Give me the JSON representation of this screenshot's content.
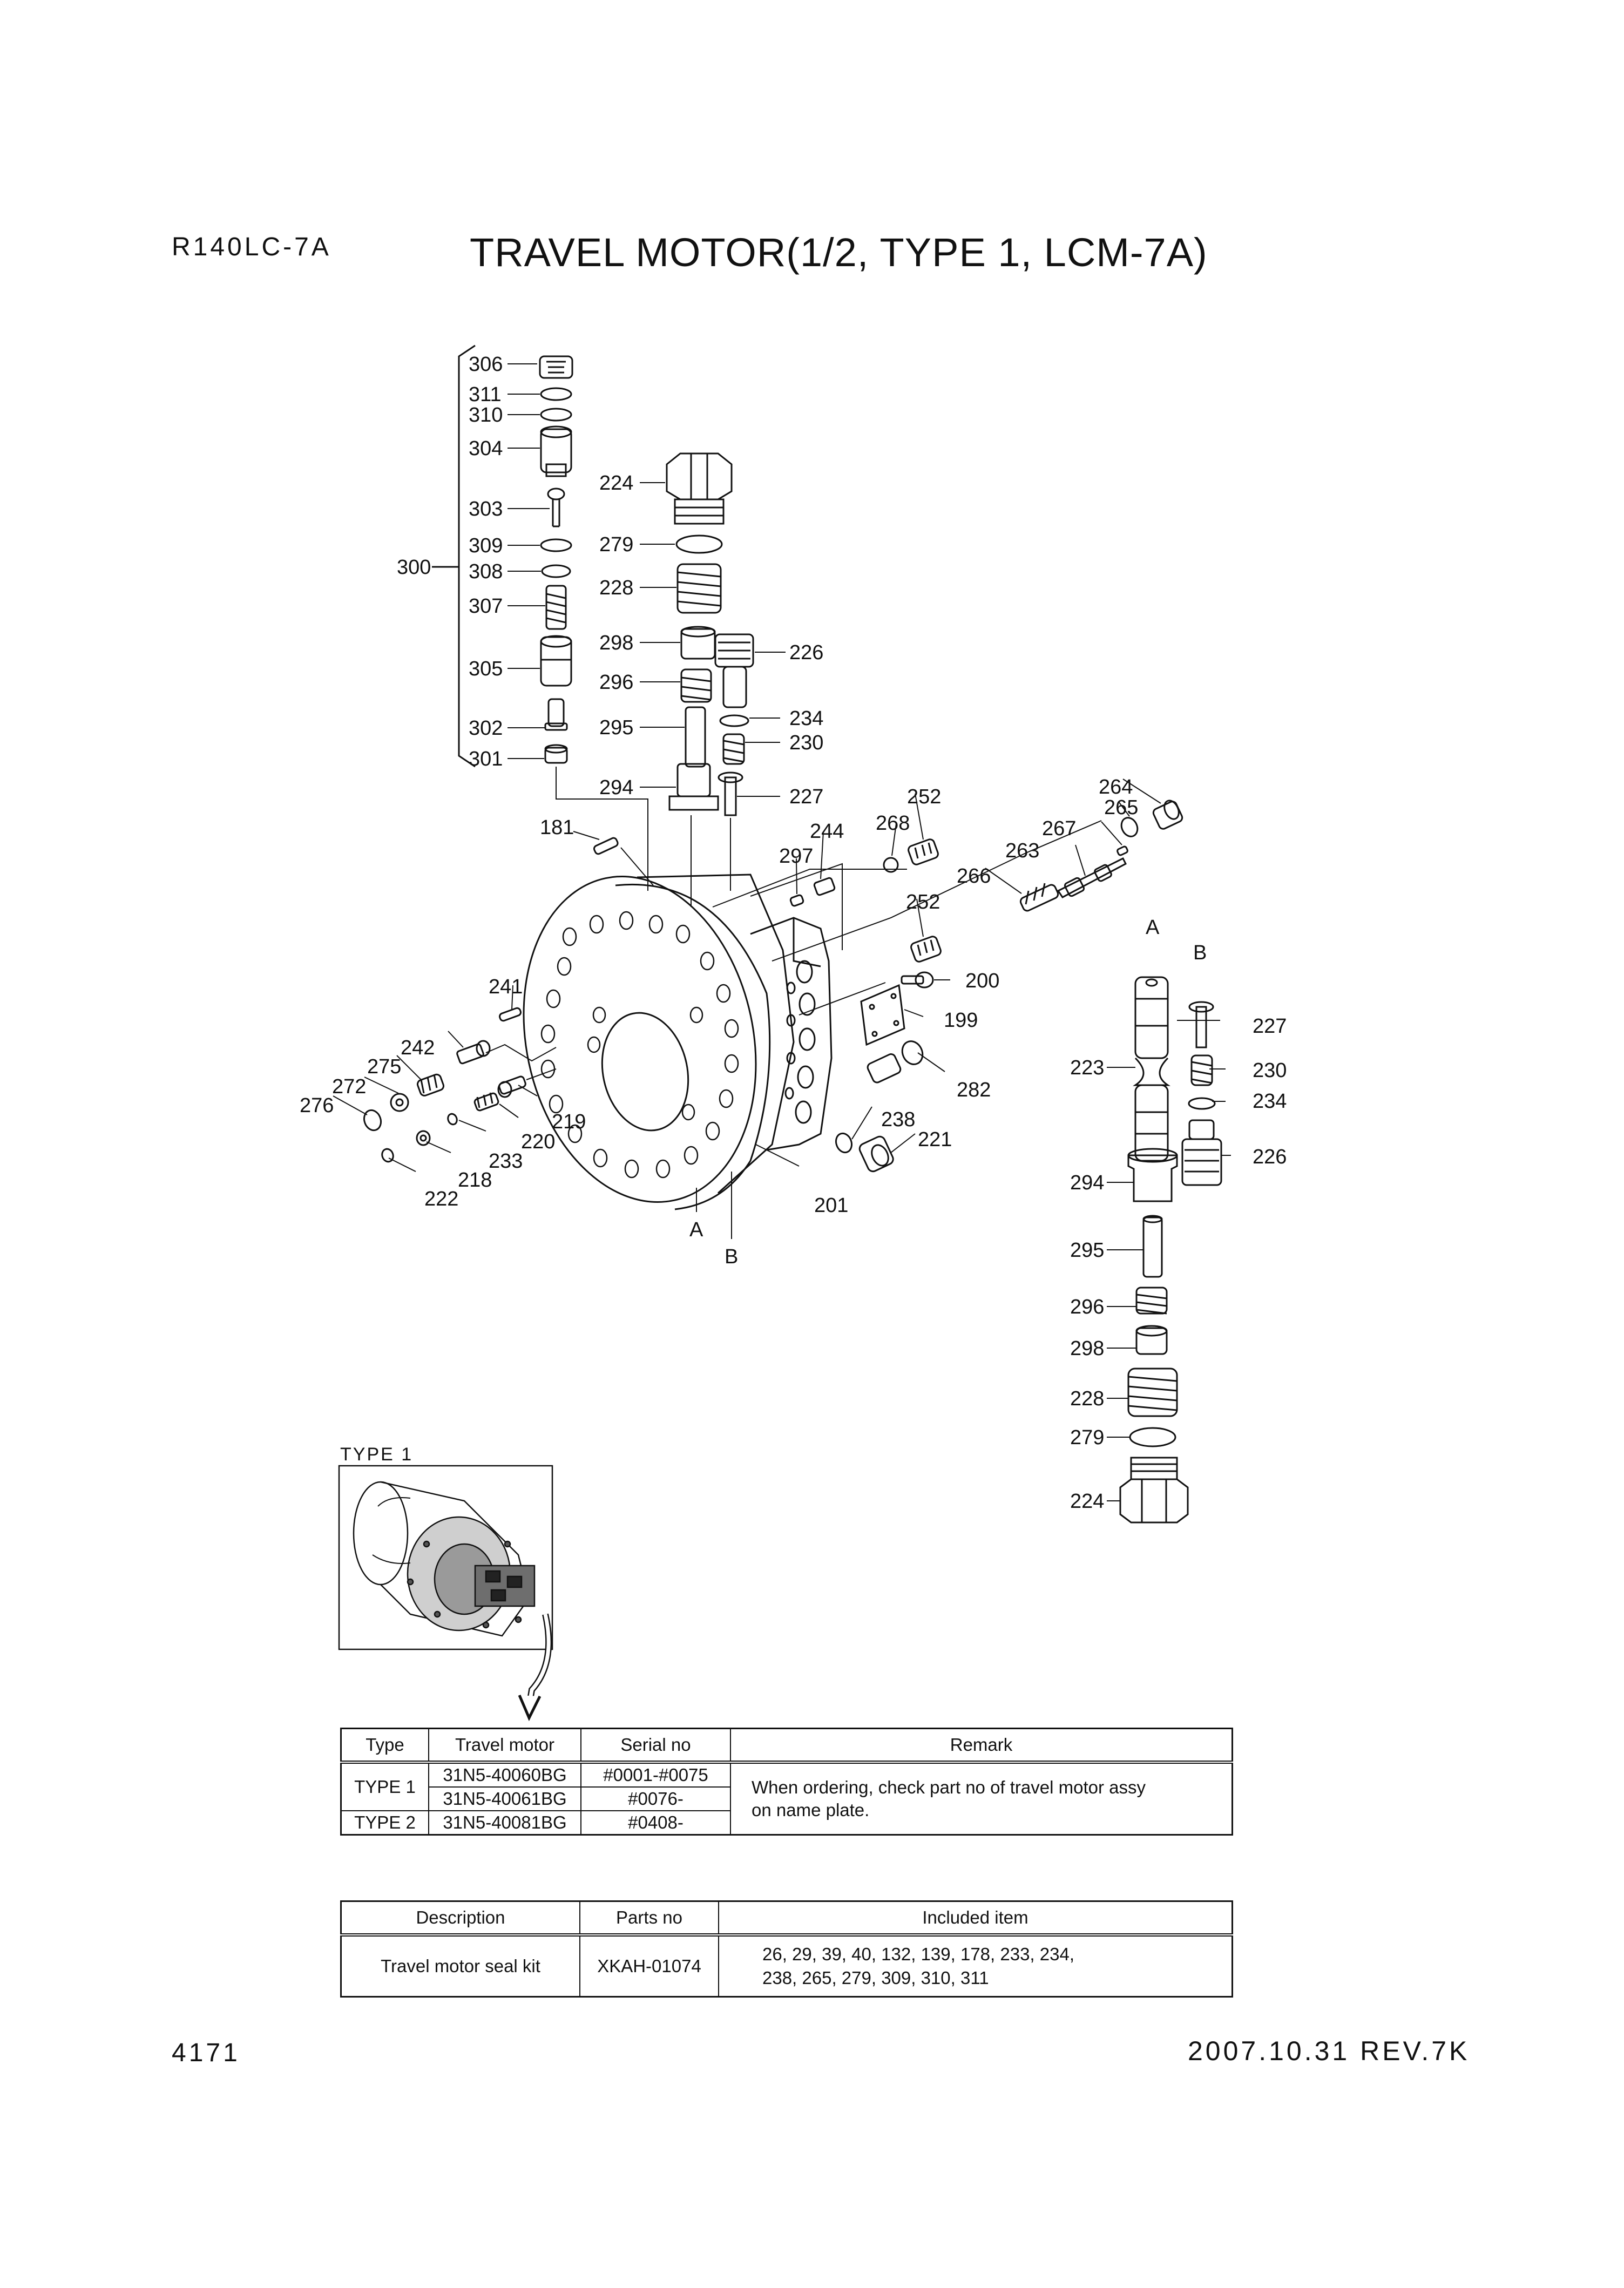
{
  "header": {
    "model": "R140LC-7A",
    "title": "TRAVEL MOTOR(1/2, TYPE 1, LCM-7A)"
  },
  "footer": {
    "page_number": "4171",
    "date_revision": "2007.10.31  REV.7K"
  },
  "inset": {
    "label": "TYPE 1"
  },
  "view_labels": {
    "a": "A",
    "b": "B"
  },
  "callouts": {
    "c306": "306",
    "c311": "311",
    "c310": "310",
    "c304": "304",
    "c303": "303",
    "c309": "309",
    "c308": "308",
    "c307": "307",
    "c305": "305",
    "c302": "302",
    "c301": "301",
    "c300": "300",
    "c224": "224",
    "c279": "279",
    "c228": "228",
    "c298": "298",
    "c226": "226",
    "c296": "296",
    "c295": "295",
    "c234": "234",
    "c230": "230",
    "c294": "294",
    "c227": "227",
    "c181": "181",
    "c252": "252",
    "c268": "268",
    "c244": "244",
    "c297": "297",
    "c264": "264",
    "c265": "265",
    "c267": "267",
    "c263": "263",
    "c266": "266",
    "c200": "200",
    "c199": "199",
    "c282": "282",
    "c238": "238",
    "c221": "221",
    "c201": "201",
    "c241": "241",
    "c242": "242",
    "c275": "275",
    "c272": "272",
    "c276": "276",
    "c219": "219",
    "c220": "220",
    "c233": "233",
    "c218": "218",
    "c222": "222",
    "c223": "223"
  },
  "type_table": {
    "headers": [
      "Type",
      "Travel motor",
      "Serial no",
      "Remark"
    ],
    "rows": [
      {
        "type": "TYPE 1",
        "motor": "31N5-40060BG",
        "serial": "#0001-#0075"
      },
      {
        "type": "",
        "motor": "31N5-40061BG",
        "serial": "#0076-"
      },
      {
        "type": "TYPE 2",
        "motor": "31N5-40081BG",
        "serial": "#0408-"
      }
    ],
    "remark_line1": "When ordering, check part no of travel motor assy",
    "remark_line2": "on name plate."
  },
  "kit_table": {
    "headers": [
      "Description",
      "Parts no",
      "Included item"
    ],
    "row": {
      "description": "Travel motor seal kit",
      "parts_no": "XKAH-01074",
      "items_line1": "26, 29, 39, 40, 132, 139, 178, 233, 234,",
      "items_line2": "238, 265, 279, 309, 310, 311"
    }
  }
}
